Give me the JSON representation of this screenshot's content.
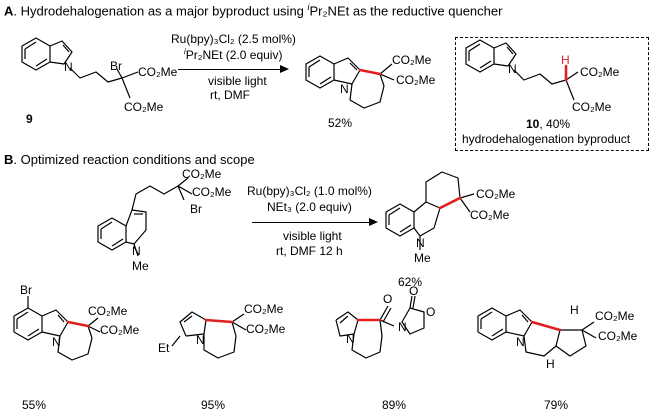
{
  "colors": {
    "new_bond": "#e02020",
    "ink": "#000000"
  },
  "section_a": {
    "label": "A",
    "title_pre": ". Hydrodehalogenation as a major byproduct using ",
    "title_sup": "i",
    "title_post": "Pr₂NEt as the reductive quencher",
    "substrate_number": "9",
    "sm_br": "Br",
    "sm_ester1": "CO₂Me",
    "sm_ester2": "CO₂Me",
    "sm_n": "N",
    "conditions": {
      "catalyst": "Ru(bpy)₃Cl₂ (2.5 mol%)",
      "quencher_sup": "i",
      "quencher": "Pr₂NEt (2.0 equiv)",
      "light": "visible light",
      "solvent": "rt, DMF"
    },
    "product_yield": "52%",
    "product_ester1": "CO₂Me",
    "product_ester2": "CO₂Me",
    "product_n": "N",
    "byproduct": {
      "h": "H",
      "n": "N",
      "ester1": "CO₂Me",
      "ester2": "CO₂Me",
      "number": "10",
      "yield": ", 40%",
      "caption": "hydrodehalogenation byproduct"
    }
  },
  "section_b": {
    "label": "B",
    "title": ". Optimized reaction conditions and scope",
    "sm_ester1": "CO₂Me",
    "sm_ester2": "CO₂Me",
    "sm_br": "Br",
    "sm_n": "N",
    "sm_me": "Me",
    "conditions": {
      "catalyst": "Ru(bpy)₃Cl₂ (1.0 mol%)",
      "base": "NEt₃ (2.0 equiv)",
      "light": "visible light",
      "solvent": "rt, DMF 12 h"
    },
    "product_ester1": "CO₂Me",
    "product_ester2": "CO₂Me",
    "product_n": "N",
    "product_me": "Me",
    "product_yield": "62%",
    "scope": [
      {
        "yield": "55%",
        "br": "Br",
        "ester1": "CO₂Me",
        "ester2": "CO₂Me",
        "n": "N"
      },
      {
        "yield": "95%",
        "et": "Et",
        "ester1": "CO₂Me",
        "ester2": "CO₂Me",
        "n": "N"
      },
      {
        "yield": "89%",
        "o1": "O",
        "o2": "O",
        "o3": "O",
        "n1": "N",
        "n2": "N"
      },
      {
        "yield": "79%",
        "h1": "H",
        "h2": "H",
        "ester1": "CO₂Me",
        "ester2": "CO₂Me",
        "n": "N"
      }
    ]
  }
}
